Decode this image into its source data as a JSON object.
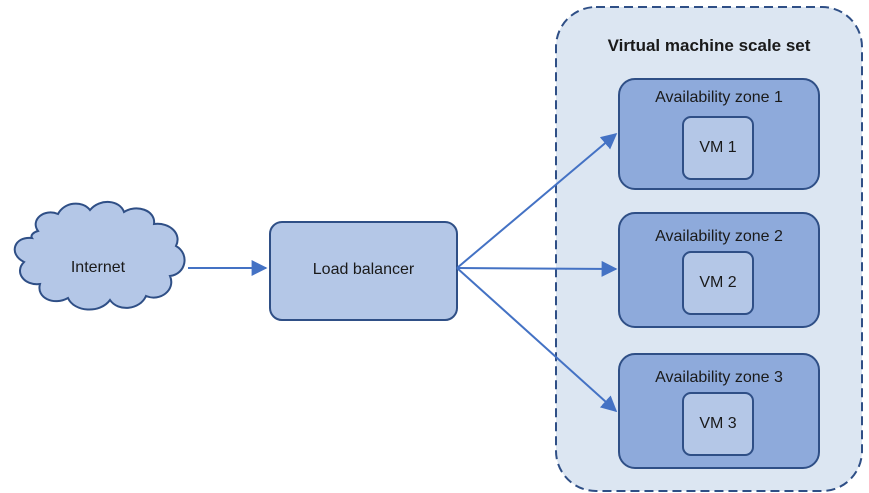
{
  "diagram": {
    "scale_set_title": "Virtual machine scale set",
    "internet_label": "Internet",
    "load_balancer_label": "Load balancer",
    "zones": [
      {
        "label": "Availability zone 1",
        "vm_label": "VM 1"
      },
      {
        "label": "Availability zone 2",
        "vm_label": "VM 2"
      },
      {
        "label": "Availability zone 3",
        "vm_label": "VM 3"
      }
    ]
  },
  "colors": {
    "scale_set_fill": "#dce6f2",
    "zone_fill": "#8eaadb",
    "vm_fill": "#b4c7e7",
    "load_balancer_fill": "#b4c7e7",
    "cloud_fill": "#b4c7e7",
    "stroke": "#2f4f86",
    "arrow": "#4472c4"
  }
}
